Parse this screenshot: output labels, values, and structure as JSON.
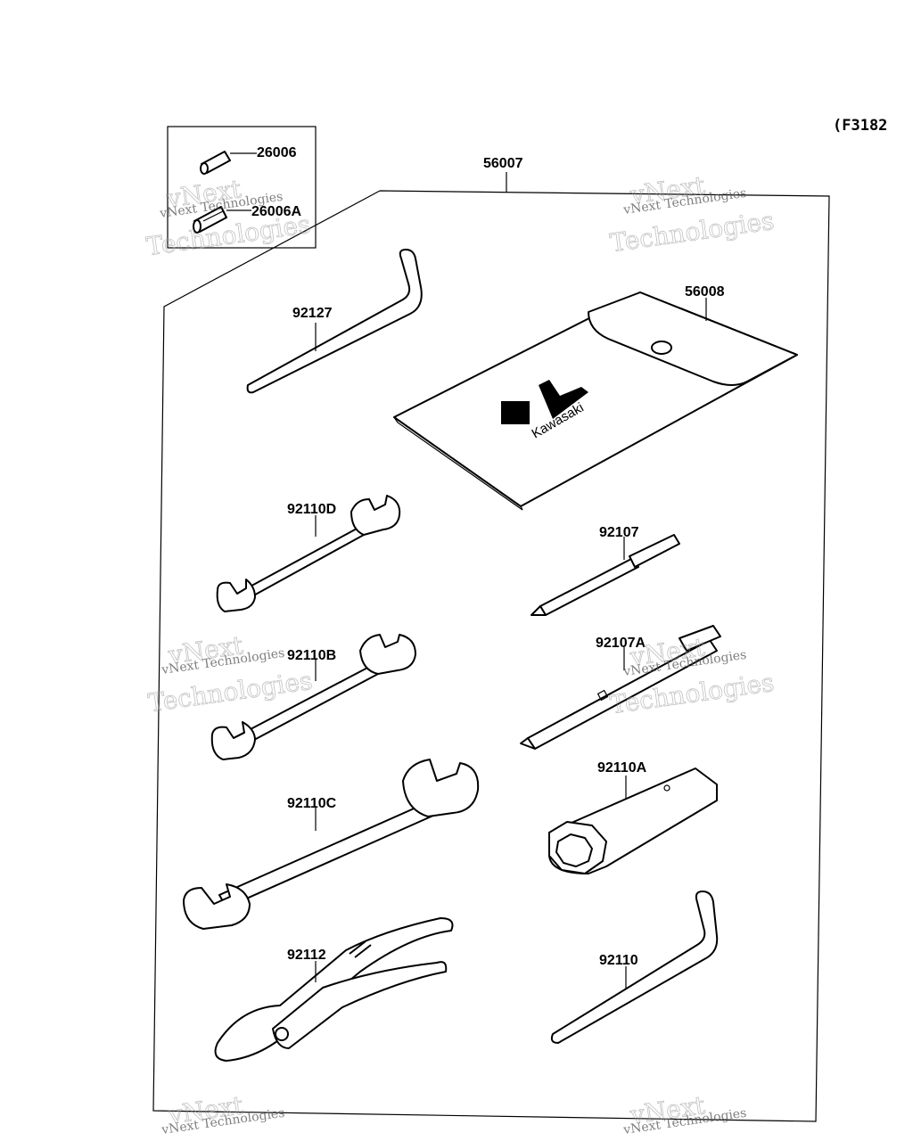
{
  "figure_code": "(F3182",
  "parts": {
    "pin_a": "26006",
    "pin_b": "26006A",
    "kit": "56007",
    "pouch": "56008",
    "hex_key_large": "92127",
    "wrench_d": "92110D",
    "driver": "92107",
    "wrench_b": "92110B",
    "driver_handle": "92107A",
    "wrench_c": "92110C",
    "plug_socket": "92110A",
    "pliers": "92112",
    "hex_key_small": "92110"
  },
  "brand_text": "Kawasaki",
  "watermark": {
    "line1": "vNext Technologies",
    "line2": "vNext",
    "line3": "Technologies"
  }
}
